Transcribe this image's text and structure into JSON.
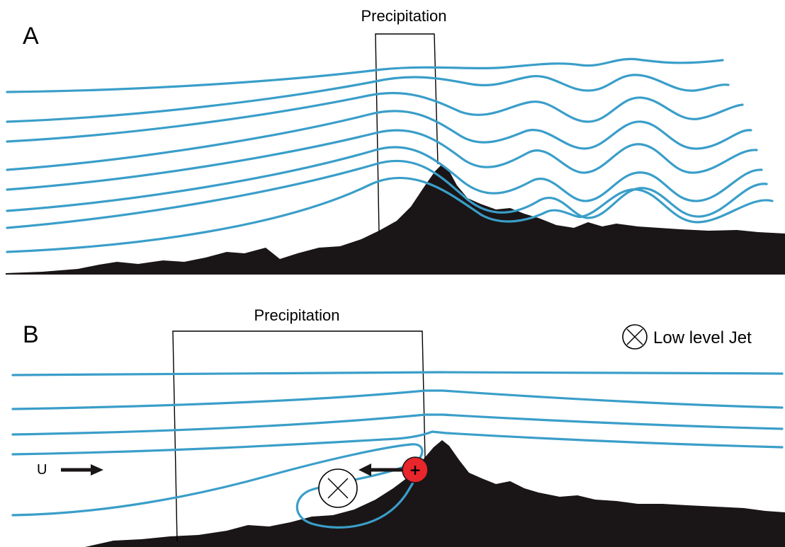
{
  "panel_a": {
    "letter": "A",
    "precipitation_label": "Precipitation"
  },
  "panel_b": {
    "letter": "B",
    "precipitation_label": "Precipitation",
    "legend_label": "Low level Jet",
    "wind_label": "U",
    "plus_sign": "+"
  },
  "colors": {
    "streamline": "#3a9ec9",
    "terrain": "#1a1617",
    "pressure_marker": "#e8262b"
  },
  "icons": [
    "circle-cross-icon",
    "arrow-right-icon",
    "arrow-left-icon",
    "plus-circle-icon"
  ]
}
